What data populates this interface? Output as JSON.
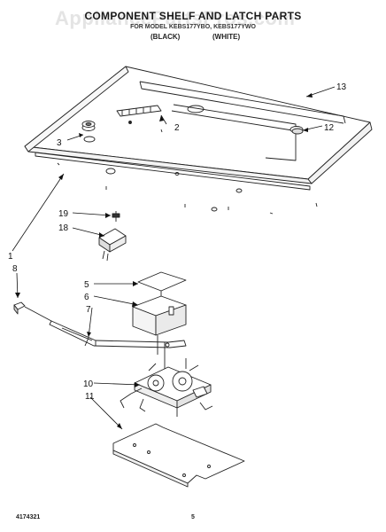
{
  "watermark": "AppliancePartsPros.com",
  "header": {
    "title": "COMPONENT SHELF AND LATCH PARTS",
    "subtitle": "FOR MODEL KEBS177YBO, KEBS177YWO",
    "variant_left": "(BLACK)",
    "variant_right": "(WHITE)"
  },
  "callouts": [
    "1",
    "2",
    "3",
    "5",
    "6",
    "7",
    "8",
    "10",
    "11",
    "12",
    "13",
    "18",
    "19"
  ],
  "footer": {
    "doc_number": "4174321",
    "page_number": "5"
  }
}
